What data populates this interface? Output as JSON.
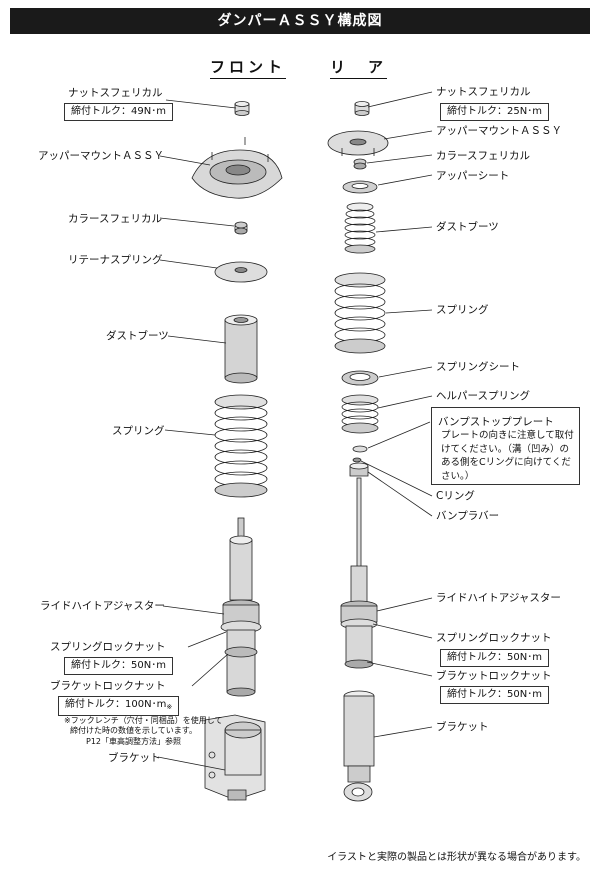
{
  "title": "ダンパーＡＳＳＹ構成図",
  "headers": {
    "front": "フロント",
    "rear": "リ　ア"
  },
  "front": {
    "nut": "ナットスフェリカル",
    "nut_torque": "締付トルク：49N･m",
    "upper_mount": "アッパーマウントＡＳＳＹ",
    "collar": "カラースフェリカル",
    "retainer": "リテーナスプリング",
    "dust_boots": "ダストブーツ",
    "spring": "スプリング",
    "ride_height": "ライドハイトアジャスター",
    "spring_locknut": "スプリングロックナット",
    "spring_locknut_torque": "締付トルク：50N･m",
    "bracket_locknut": "ブラケットロックナット",
    "bracket_locknut_torque": "締付トルク：100N･m",
    "torque_mark": "※",
    "note_line1": "※フックレンチ（穴付・同梱品）を使用して",
    "note_line2": "締付けた時の数値を示しています。",
    "note_line3": "P12「車高調整方法」参照",
    "bracket": "ブラケット"
  },
  "rear": {
    "nut": "ナットスフェリカル",
    "nut_torque": "締付トルク：25N･m",
    "upper_mount": "アッパーマウントＡＳＳＹ",
    "collar": "カラースフェリカル",
    "upper_seat": "アッパーシート",
    "dust_boots": "ダストブーツ",
    "spring": "スプリング",
    "spring_seat": "スプリングシート",
    "helper_spring": "ヘルパースプリング",
    "bump_plate_title": "バンプストッププレート",
    "bump_plate_note": "プレートの向きに注意して取付けてください。（溝（凹み）のある側をCリングに向けてください。）",
    "c_ring": "Cリング",
    "bump_rubber": "バンプラバー",
    "ride_height": "ライドハイトアジャスター",
    "spring_locknut": "スプリングロックナット",
    "spring_locknut_torque": "締付トルク：50N･m",
    "bracket_locknut": "ブラケットロックナット",
    "bracket_locknut_torque": "締付トルク：50N･m",
    "bracket": "ブラケット"
  },
  "footer": "イラストと実際の製品とは形状が異なる場合があります。"
}
